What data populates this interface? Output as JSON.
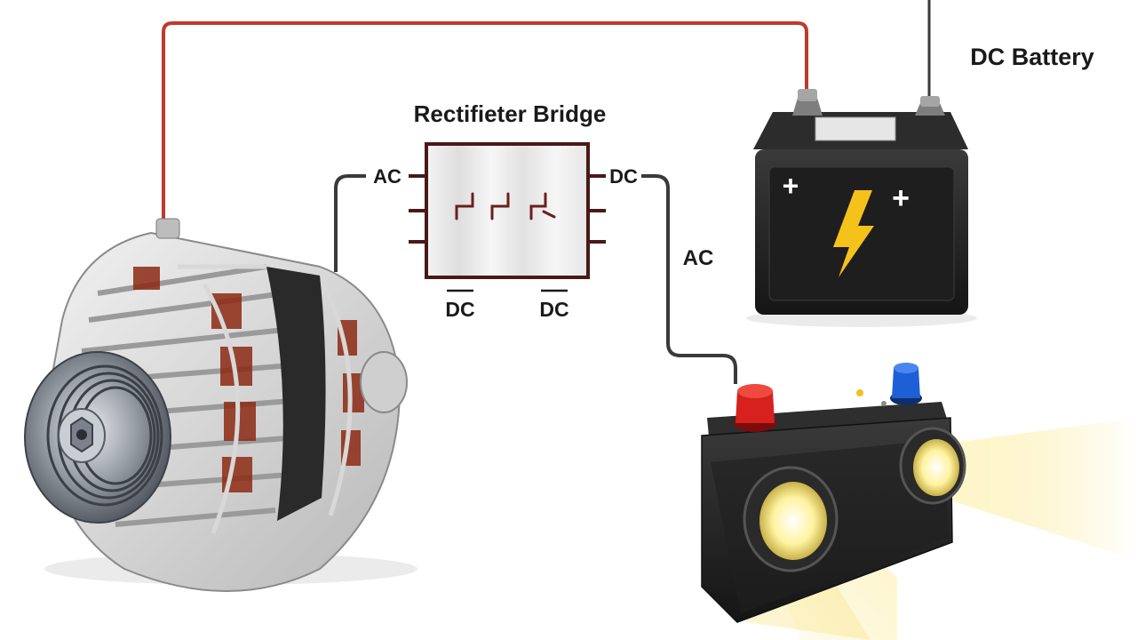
{
  "diagram": {
    "title": "Rectifieter Bridge",
    "battery_label": "DC Battery",
    "bridge_in_label": "AC",
    "bridge_out_label": "DC",
    "wire_label": "AC",
    "bridge_bottom_labels": [
      "DC",
      "DC"
    ],
    "battery_symbols": [
      "+",
      "+"
    ],
    "components": [
      "alternator",
      "rectifier-bridge",
      "dc-battery",
      "headlight-battery-unit"
    ]
  },
  "colors": {
    "red_wire": "#c0392b",
    "dark_wire": "#3a3a3a",
    "bridge_border": "#4a1818",
    "bolt": "#f5c21b",
    "red_terminal": "#d6211e",
    "blue_terminal": "#1f5fd6",
    "light_beam": "#f8e27a"
  }
}
